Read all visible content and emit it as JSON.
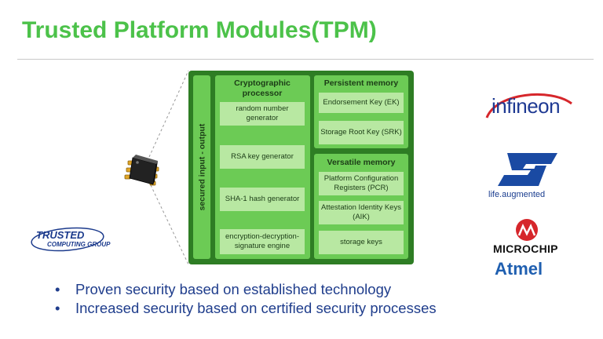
{
  "title": "Trusted Platform Modules(TPM)",
  "diagram": {
    "io_label": "secured input - output",
    "crypto": {
      "heading": "Cryptographic processor",
      "items": [
        "random number generator",
        "RSA key generator",
        "SHA-1 hash generator",
        "encryption-decryption-signature engine"
      ]
    },
    "persistent": {
      "heading": "Persistent memory",
      "items": [
        "Endorsement Key (EK)",
        "Storage Root Key (SRK)"
      ]
    },
    "versatile": {
      "heading": "Versatile memory",
      "items": [
        "Platform Configuration Registers (PCR)",
        "Attestation Identity Keys (AIK)",
        "storage keys"
      ]
    }
  },
  "logos": {
    "tcg_line1": "TRUSTED",
    "tcg_line2": "COMPUTING GROUP",
    "infineon": "infineon",
    "st_tagline": "life.augmented",
    "microchip": "MICROCHIP",
    "atmel": "Atmel"
  },
  "bullets": [
    "Proven security based on established technology",
    "Increased security based on certified security processes"
  ],
  "colors": {
    "title": "#4cc24a",
    "tpm_dark": "#2e7d24",
    "tpm_mid": "#6ccb55",
    "tpm_light": "#b8e8a2",
    "bullet_text": "#1f3d8c"
  }
}
